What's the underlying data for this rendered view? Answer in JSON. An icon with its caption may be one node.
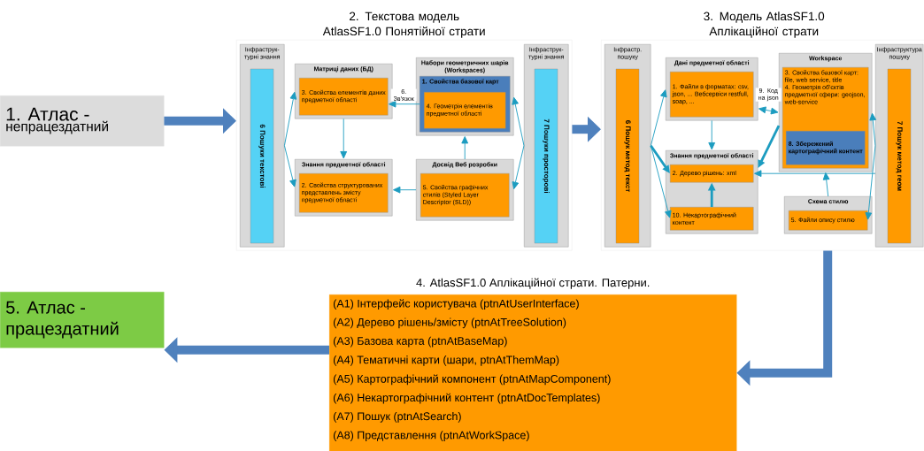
{
  "diagram": {
    "nodes": [
      {
        "text": [
          "1. Атлас -",
          "непрацездатний"
        ]
      },
      {
        "text": [
          "2. Текстова модель AtlasSF1.0 Понятійної страти"
        ]
      },
      {
        "text": [
          "Інфраструк-турні знання"
        ],
        "in": 1
      },
      {
        "text": [
          "6 Пошуки текстові"
        ],
        "in": 2
      },
      {
        "text": [
          "Матриці даних (БД)"
        ],
        "in": 1
      },
      {
        "text": [
          "3. Свойства елементів даних предметної області"
        ],
        "in": 4
      },
      {
        "text": [
          "Набори геометричних шарів (Workspaces)"
        ],
        "in": 1
      },
      {
        "text": [
          "1. Свойства базової карт"
        ],
        "in": 6
      },
      {
        "text": [
          "4. Геометрія елементів предметної області"
        ],
        "in": 7
      },
      {
        "text": [
          "Знання предметної області"
        ],
        "in": 1
      },
      {
        "text": [
          "2. Свойства структурованих представлень змісту предметної області"
        ],
        "in": 9
      },
      {
        "text": [
          "Досвід Веб розробки"
        ],
        "in": 1
      },
      {
        "text": [
          "5. Свойства графічних стилів (Styled Layer Descriptor (SLD))"
        ],
        "in": 11
      },
      {
        "text": [
          "Інфраструк-турні знання"
        ],
        "in": 1
      },
      {
        "text": [
          "7 Пошуки просторові"
        ],
        "in": 13
      },
      {
        "text": [
          "3. Модель AtlasSF1.0 Аплікаційної страти"
        ]
      },
      {
        "text": [
          "Інфрастр. пошуку"
        ],
        "in": 15
      },
      {
        "text": [
          "6 Пошук метод текст"
        ],
        "in": 16
      },
      {
        "text": [
          "Дані предметної області"
        ],
        "in": 15
      },
      {
        "text": [
          "1. Файли в форматах: csv, json, ... Вебсервіси restfull, soap, ..."
        ],
        "in": 18
      },
      {
        "text": [
          "Знання предметної області"
        ],
        "in": 15
      },
      {
        "text": [
          "2. Дерево рішень: xml"
        ],
        "in": 20
      },
      {
        "text": [
          "10. Некартографічний контент"
        ],
        "in": 20
      },
      {
        "text": [
          "Workspace"
        ],
        "in": 15
      },
      {
        "text": [
          "3. Свойства базової карт: file, web service, title",
          "4. Геометрія об'єктів предметної сфери: geojson, web-service"
        ],
        "in": 23
      },
      {
        "text": [
          "8. Збережений картографічний контент"
        ],
        "in": 24
      },
      {
        "text": [
          "Схема стилю"
        ],
        "in": 15
      },
      {
        "text": [
          "5. Файли опису стилю"
        ],
        "in": 26
      },
      {
        "text": [
          "Інфраструктура пошуку"
        ],
        "in": 15
      },
      {
        "text": [
          "7 Пошук метод геом"
        ],
        "in": 28
      },
      {
        "text": [
          "4. AtlasSF1.0 Аплікаційної страти. Патерни.",
          "(A1) Інтерфейс користувача (ptnAtUserInterface)",
          "(A2) Дерево рішень/змісту (ptnAtTreeSolution)",
          "(A3) Базова карта (ptnAtBaseMap)",
          "(A4) Тематичні карти (шари, ptnAtThemMap)",
          "(A5) Картографічний компонент (ptnAtMapComponent)",
          "(A6) Некартографічний контент (ptnAtDocTemplates)",
          "(A7) Пошук (ptnAtSearch)",
          "(A8) Представлення (ptnAtWorkSpace)"
        ]
      },
      {
        "text": [
          "5. Атлас - працездатний"
        ]
      }
    ],
    "edges": [
      {
        "from": 0,
        "to": 1,
        "arrow": "to",
        "style": "thick",
        "color": "#4f81bd"
      },
      {
        "from": 1,
        "to": 15,
        "arrow": "to",
        "style": "thick",
        "color": "#4f81bd"
      },
      {
        "from": 2,
        "to": 4,
        "arrow": "to"
      },
      {
        "from": 2,
        "to": 9,
        "arrow": "to"
      },
      {
        "from": 4,
        "to": 9,
        "arrow": "to"
      },
      {
        "from": 7,
        "to": 5,
        "arrow": "to",
        "label": "6. Зв'язок"
      },
      {
        "from": 11,
        "to": 6,
        "arrow": "to"
      },
      {
        "from": 11,
        "to": 9,
        "arrow": "to"
      },
      {
        "from": 13,
        "to": 6,
        "arrow": "to"
      },
      {
        "from": 13,
        "to": 11,
        "arrow": "to"
      },
      {
        "from": 16,
        "to": 18,
        "arrow": "to"
      },
      {
        "from": 16,
        "to": 21,
        "arrow": "to",
        "style": "thick"
      },
      {
        "from": 16,
        "to": 22,
        "arrow": "to"
      },
      {
        "from": 18,
        "to": 23,
        "arrow": "both",
        "label": "9. Код на json"
      },
      {
        "from": 18,
        "to": 20,
        "arrow": "to"
      },
      {
        "from": 22,
        "to": 21,
        "arrow": "to",
        "style": "thick"
      },
      {
        "from": 23,
        "to": 20,
        "arrow": "to",
        "style": "thick"
      },
      {
        "from": 26,
        "to": 23,
        "arrow": "to"
      },
      {
        "from": 28,
        "to": 23,
        "arrow": "to"
      },
      {
        "from": 28,
        "to": 21,
        "arrow": "to"
      },
      {
        "from": 28,
        "to": 27,
        "arrow": "to"
      },
      {
        "from": 15,
        "to": 30,
        "arrow": "to",
        "style": "thick",
        "color": "#4f81bd"
      },
      {
        "from": 30,
        "to": 31,
        "arrow": "to",
        "style": "thick",
        "color": "#4f81bd"
      }
    ]
  }
}
